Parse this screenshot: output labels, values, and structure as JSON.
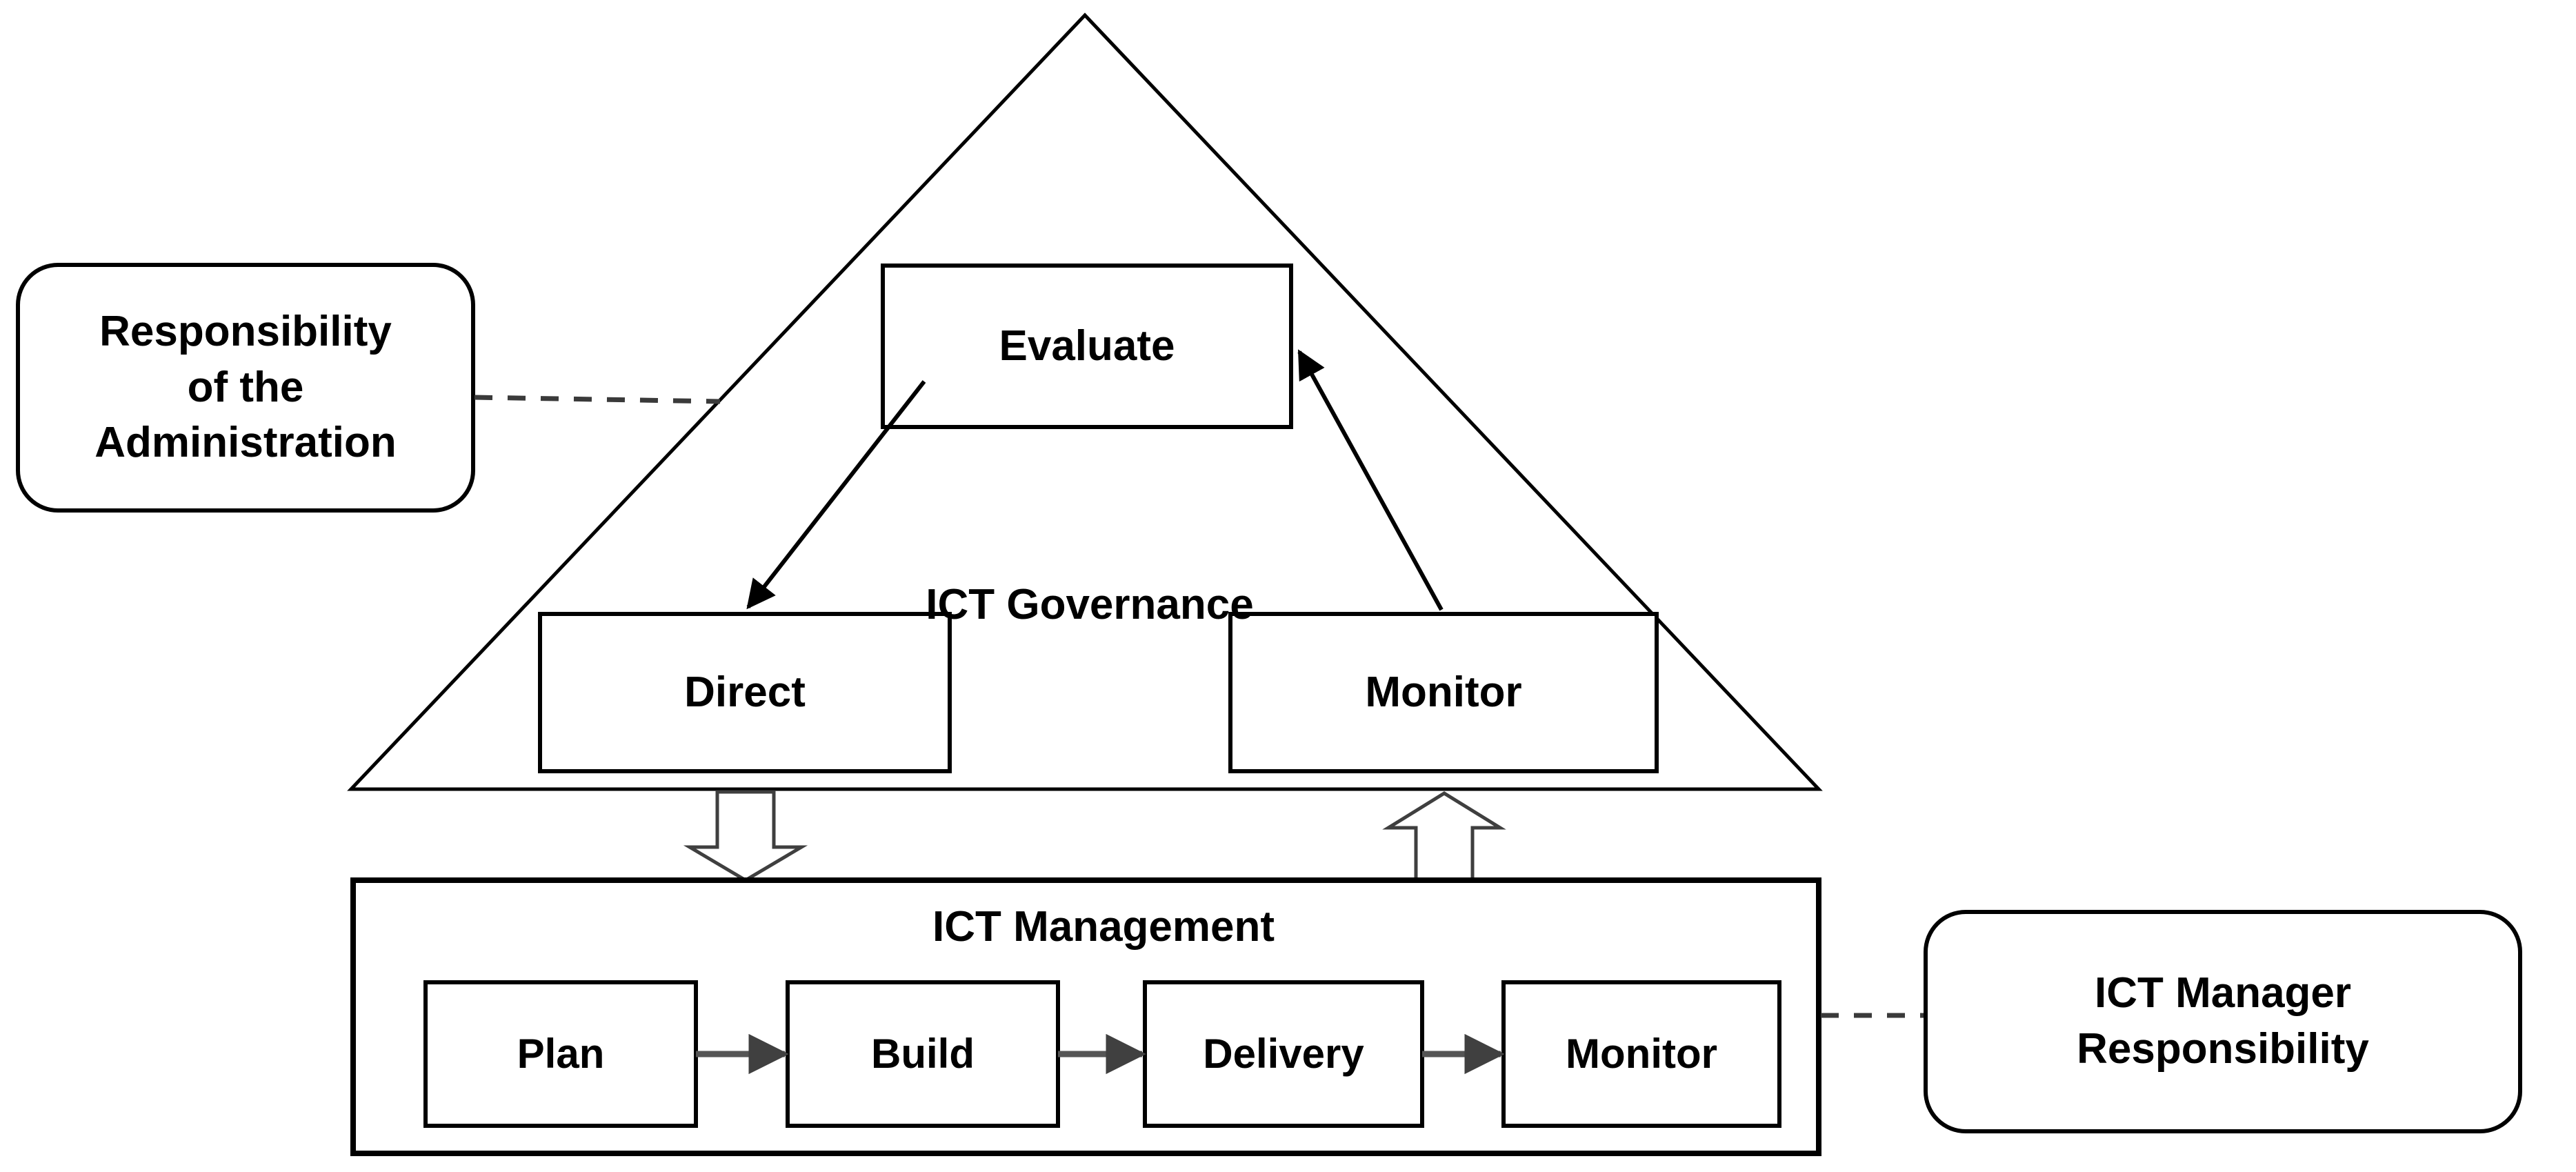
{
  "diagram": {
    "title_governance": "ICT Governance",
    "title_management": "ICT Management",
    "callouts": {
      "left": "Responsibility\nof the\nAdministration",
      "right": "ICT Manager\nResponsibility"
    },
    "governance_nodes": [
      {
        "id": "evaluate",
        "label": "Evaluate"
      },
      {
        "id": "direct",
        "label": "Direct"
      },
      {
        "id": "monitor",
        "label": "Monitor"
      }
    ],
    "management_nodes": [
      {
        "id": "plan",
        "label": "Plan"
      },
      {
        "id": "build",
        "label": "Build"
      },
      {
        "id": "delivery",
        "label": "Delivery"
      },
      {
        "id": "monitor",
        "label": "Monitor"
      }
    ],
    "connectors": [
      {
        "from": "evaluate",
        "to": "direct",
        "style": "solid-arrow"
      },
      {
        "from": "monitor",
        "to": "evaluate",
        "style": "solid-arrow"
      },
      {
        "from": "direct",
        "to": "ict-management",
        "style": "hollow-block-arrow-down"
      },
      {
        "from": "ict-management",
        "to": "monitor",
        "style": "hollow-block-arrow-up"
      },
      {
        "from": "plan",
        "to": "build",
        "style": "solid-arrow"
      },
      {
        "from": "build",
        "to": "delivery",
        "style": "solid-arrow"
      },
      {
        "from": "delivery",
        "to": "monitor",
        "style": "solid-arrow"
      },
      {
        "from": "responsibility-of-the-administration",
        "to": "governance-triangle",
        "style": "dashed-leader"
      },
      {
        "from": "ict-management",
        "to": "ict-manager-responsibility",
        "style": "dashed-leader"
      }
    ],
    "colors": {
      "stroke": "#000000",
      "arrow_gray": "#595959",
      "background": "#ffffff"
    }
  }
}
